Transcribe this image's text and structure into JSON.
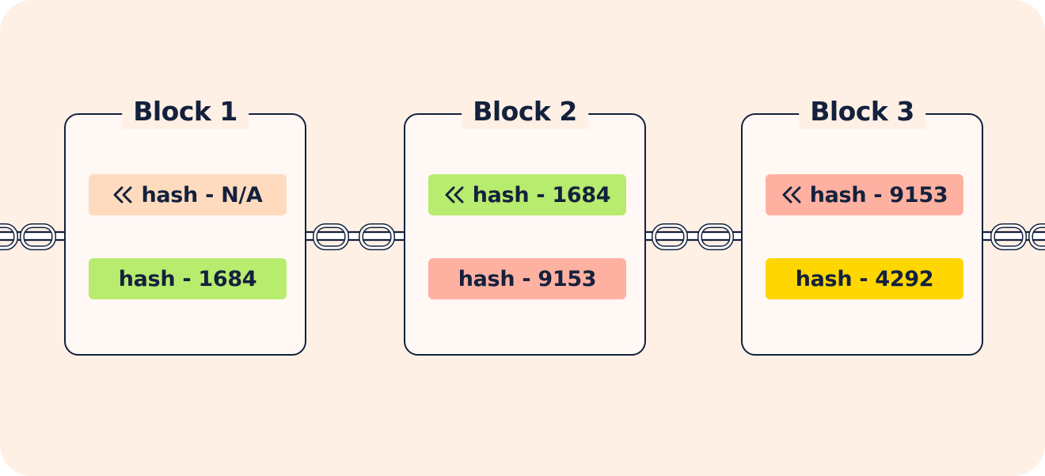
{
  "colors": {
    "background": "#fff0e5",
    "ink": "#14213d",
    "peach": "#fedbbe",
    "green": "#b7ec6e",
    "salmon": "#ffb1a1",
    "yellow": "#ffd600"
  },
  "blocks": [
    {
      "title": "Block 1",
      "prev_hash": {
        "label": "hash - N/A",
        "color": "#fedbbe",
        "icon": "double-chevron-left-icon"
      },
      "hash": {
        "label": "hash - 1684",
        "color": "#b7ec6e"
      }
    },
    {
      "title": "Block 2",
      "prev_hash": {
        "label": "hash - 1684",
        "color": "#b7ec6e",
        "icon": "double-chevron-left-icon"
      },
      "hash": {
        "label": "hash - 9153",
        "color": "#ffb1a1"
      }
    },
    {
      "title": "Block 3",
      "prev_hash": {
        "label": "hash - 9153",
        "color": "#ffb1a1",
        "icon": "double-chevron-left-icon"
      },
      "hash": {
        "label": "hash - 4292",
        "color": "#ffd600"
      }
    }
  ]
}
